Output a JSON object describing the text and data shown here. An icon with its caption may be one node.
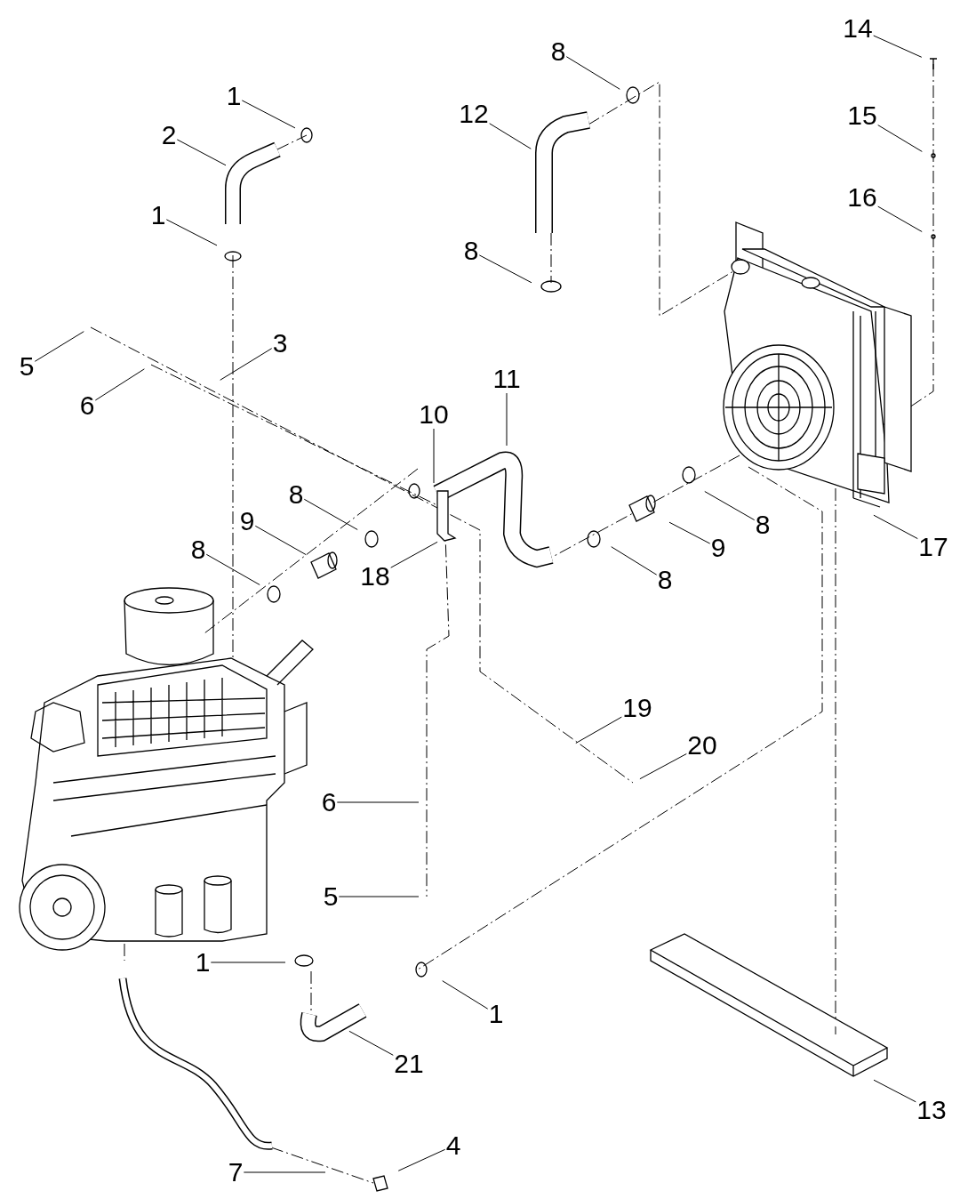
{
  "diagram": {
    "nodes": [
      {
        "text": [
          "14"
        ]
      },
      {
        "text": [
          "8"
        ]
      },
      {
        "text": [
          "1"
        ]
      },
      {
        "text": [
          "12"
        ]
      },
      {
        "text": [
          "15"
        ]
      },
      {
        "text": [
          "2"
        ]
      },
      {
        "text": [
          "16"
        ]
      },
      {
        "text": [
          "1"
        ]
      },
      {
        "text": [
          "8"
        ]
      },
      {
        "text": [
          "3"
        ]
      },
      {
        "text": [
          "5"
        ]
      },
      {
        "text": [
          "11"
        ]
      },
      {
        "text": [
          "6"
        ]
      },
      {
        "text": [
          "10"
        ]
      },
      {
        "text": [
          "8"
        ]
      },
      {
        "text": [
          "9"
        ]
      },
      {
        "text": [
          "8"
        ]
      },
      {
        "text": [
          "17"
        ]
      },
      {
        "text": [
          "9"
        ]
      },
      {
        "text": [
          "8"
        ]
      },
      {
        "text": [
          "18"
        ]
      },
      {
        "text": [
          "8"
        ]
      },
      {
        "text": [
          "19"
        ]
      },
      {
        "text": [
          "20"
        ]
      },
      {
        "text": [
          "6"
        ]
      },
      {
        "text": [
          "5"
        ]
      },
      {
        "text": [
          "1"
        ]
      },
      {
        "text": [
          "1"
        ]
      },
      {
        "text": [
          "21"
        ]
      },
      {
        "text": [
          "13"
        ]
      },
      {
        "text": [
          "4"
        ]
      },
      {
        "text": [
          "7"
        ]
      }
    ],
    "edges": [
      {
        "from": 0,
        "to": null,
        "arrow": "none"
      },
      {
        "from": 1,
        "to": null,
        "arrow": "none"
      },
      {
        "from": 2,
        "to": null,
        "arrow": "none"
      },
      {
        "from": 3,
        "to": null,
        "arrow": "none"
      },
      {
        "from": 4,
        "to": null,
        "arrow": "none"
      },
      {
        "from": 5,
        "to": null,
        "arrow": "none"
      },
      {
        "from": 6,
        "to": null,
        "arrow": "none"
      },
      {
        "from": 7,
        "to": null,
        "arrow": "none"
      },
      {
        "from": 8,
        "to": null,
        "arrow": "none"
      },
      {
        "from": 9,
        "to": null,
        "arrow": "none"
      },
      {
        "from": 10,
        "to": null,
        "arrow": "none"
      },
      {
        "from": 11,
        "to": null,
        "arrow": "none"
      },
      {
        "from": 12,
        "to": null,
        "arrow": "none"
      },
      {
        "from": 13,
        "to": null,
        "arrow": "none"
      },
      {
        "from": 14,
        "to": null,
        "arrow": "none"
      },
      {
        "from": 15,
        "to": null,
        "arrow": "none"
      },
      {
        "from": 16,
        "to": null,
        "arrow": "none"
      },
      {
        "from": 17,
        "to": null,
        "arrow": "none"
      },
      {
        "from": 18,
        "to": null,
        "arrow": "none"
      },
      {
        "from": 19,
        "to": null,
        "arrow": "none"
      },
      {
        "from": 20,
        "to": null,
        "arrow": "none"
      },
      {
        "from": 21,
        "to": null,
        "arrow": "none"
      },
      {
        "from": 22,
        "to": null,
        "arrow": "none"
      },
      {
        "from": 23,
        "to": null,
        "arrow": "none"
      },
      {
        "from": 24,
        "to": null,
        "arrow": "none"
      },
      {
        "from": 25,
        "to": null,
        "arrow": "none"
      },
      {
        "from": 26,
        "to": null,
        "arrow": "none"
      },
      {
        "from": 27,
        "to": null,
        "arrow": "none"
      },
      {
        "from": 28,
        "to": null,
        "arrow": "none"
      },
      {
        "from": 29,
        "to": null,
        "arrow": "none"
      },
      {
        "from": 30,
        "to": null,
        "arrow": "none"
      },
      {
        "from": 31,
        "to": null,
        "arrow": "none"
      }
    ]
  }
}
